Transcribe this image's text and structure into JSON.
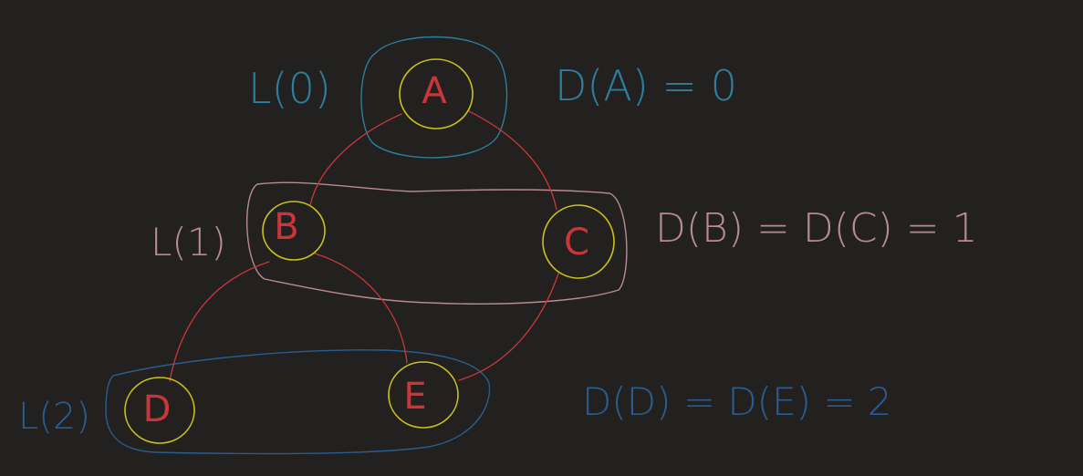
{
  "colors": {
    "background": "#222120",
    "edge": "#c8363a",
    "node_circle": "#c9c01c",
    "node_label": "#c8363a",
    "level0": "#2e7d9a",
    "level1": "#b88a92",
    "level2": "#2a5d8f"
  },
  "nodes": [
    {
      "id": "A",
      "label": "A"
    },
    {
      "id": "B",
      "label": "B"
    },
    {
      "id": "C",
      "label": "C"
    },
    {
      "id": "D",
      "label": "D"
    },
    {
      "id": "E",
      "label": "E"
    }
  ],
  "edges": [
    {
      "from": "A",
      "to": "B"
    },
    {
      "from": "A",
      "to": "C"
    },
    {
      "from": "B",
      "to": "D"
    },
    {
      "from": "B",
      "to": "E"
    },
    {
      "from": "C",
      "to": "E"
    }
  ],
  "levels": [
    {
      "label": "L(0)",
      "distance_text": "D(A) = 0"
    },
    {
      "label": "L(1)",
      "distance_text": "D(B) = D(C) = 1"
    },
    {
      "label": "L(2)",
      "distance_text": "D(D) = D(E) = 2"
    }
  ]
}
